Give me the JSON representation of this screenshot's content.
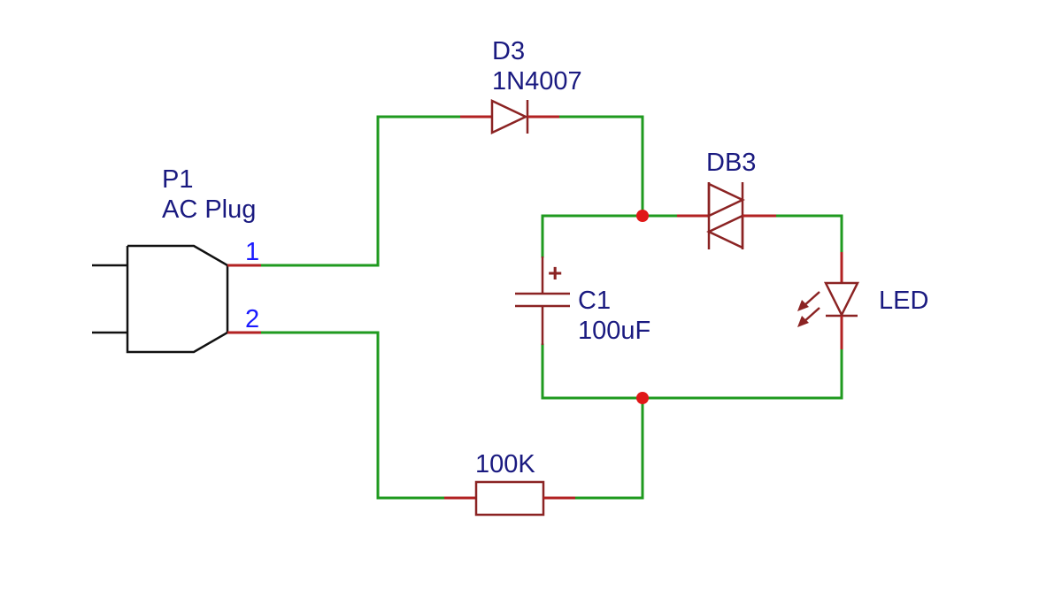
{
  "plug": {
    "ref": "P1",
    "value": "AC Plug",
    "pin1": "1",
    "pin2": "2"
  },
  "diode": {
    "ref": "D3",
    "value": "1N4007"
  },
  "diac": {
    "ref": "DB3"
  },
  "capacitor": {
    "ref": "C1",
    "value": "100uF",
    "polarity": "+"
  },
  "led": {
    "ref": "LED"
  },
  "resistor": {
    "value": "100K"
  },
  "colors": {
    "wire": "#1f9a1f",
    "component": "#8b2323",
    "pin": "#b22222",
    "junction": "#e01818",
    "label": "#1a1a80",
    "pin_number": "#1a1aff"
  }
}
